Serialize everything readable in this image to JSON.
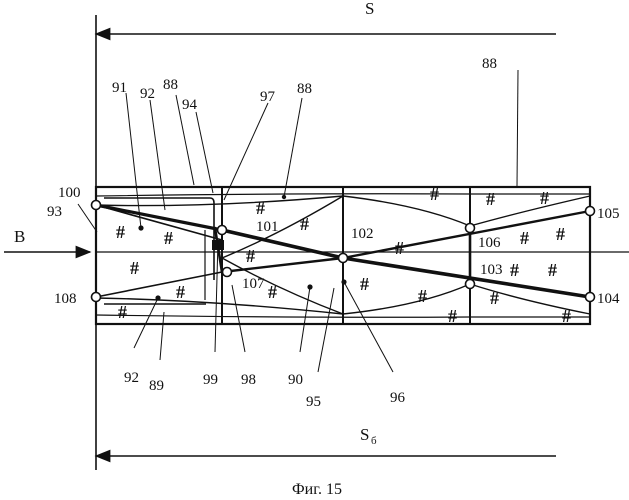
{
  "figure": {
    "caption": "Фиг. 15",
    "dimension_top": "S",
    "dimension_bottom": "S",
    "dimension_bottom_sub": "б",
    "flow_label": "B",
    "hatch_glyph": "#",
    "ref_labels": {
      "r88a": "88",
      "r88b": "88",
      "r88c": "88",
      "r89": "89",
      "r90": "90",
      "r91": "91",
      "r92a": "92",
      "r92b": "92",
      "r93": "93",
      "r94": "94",
      "r95": "95",
      "r96": "96",
      "r97": "97",
      "r98": "98",
      "r99": "99",
      "r100": "100",
      "r101": "101",
      "r102": "102",
      "r103": "103",
      "r104": "104",
      "r105": "105",
      "r106": "106",
      "r107": "107",
      "r108": "108"
    }
  }
}
